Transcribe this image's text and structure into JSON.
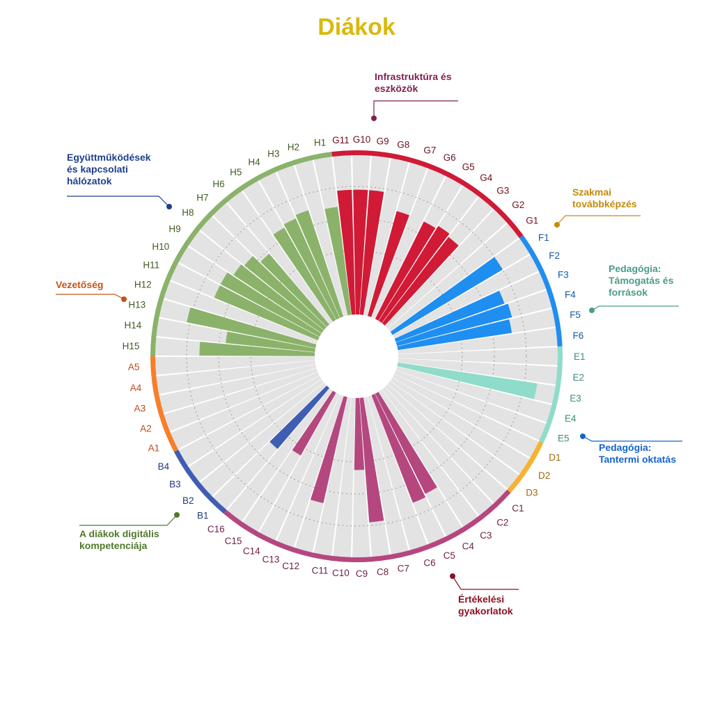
{
  "chart_data": {
    "type": "radial-bar",
    "title": "Diákok",
    "title_color": "#dbb80e",
    "background_bar_color": "#e3e3e3",
    "max_value": 1,
    "groups": [
      {
        "id": "A",
        "name": "Vezetőség",
        "color": "#f77f2b",
        "text_color": "#c0481a",
        "label_color": "#c65318",
        "categories": [
          "A1",
          "A2",
          "A3",
          "A4",
          "A5"
        ],
        "values": [
          null,
          null,
          null,
          null,
          null
        ]
      },
      {
        "id": "B",
        "name": "Együttműködések és kapcsolati hálózatok",
        "color": "#3f5db3",
        "text_color": "#1f3a7c",
        "label_color": "#1e3f8a",
        "categories": [
          "B1",
          "B2",
          "B3",
          "B4"
        ],
        "values": [
          0.5,
          null,
          null,
          null
        ]
      },
      {
        "id": "C",
        "name": "Infrastruktúra és eszközök",
        "color": "#b5477f",
        "text_color": "#6d1f44",
        "label_color": "#7e1e50",
        "categories": [
          "C1",
          "C2",
          "C3",
          "C4",
          "C5",
          "C6",
          "C7",
          "C8",
          "C9",
          "C10",
          "C11",
          "C12",
          "C13",
          "C14",
          "C15",
          "C16"
        ],
        "values": [
          null,
          null,
          null,
          0.7,
          0.72,
          null,
          null,
          0.78,
          0.45,
          null,
          null,
          0.68,
          null,
          null,
          0.45,
          null
        ]
      },
      {
        "id": "D",
        "name": "Szakmai továbbképzés",
        "color": "#f7b233",
        "text_color": "#9a6a0d",
        "label_color": "#c48a0c",
        "categories": [
          "D1",
          "D2",
          "D3"
        ],
        "values": [
          null,
          null,
          null
        ]
      },
      {
        "id": "E",
        "name": "Pedagógia: Támogatás és források",
        "color": "#8edcc9",
        "text_color": "#3f8d7b",
        "label_color": "#4a9c88",
        "categories": [
          "E1",
          "E2",
          "E3",
          "E4",
          "E5"
        ],
        "values": [
          null,
          null,
          0.88,
          null,
          null
        ]
      },
      {
        "id": "F",
        "name": "Pedagógia: Tantermi oktatás",
        "color": "#1f8ef1",
        "text_color": "#1558a8",
        "label_color": "#1565c8",
        "categories": [
          "F1",
          "F2",
          "F3",
          "F4",
          "F5",
          "F6"
        ],
        "values": [
          0.8,
          null,
          0.72,
          0.74,
          0.72,
          null
        ]
      },
      {
        "id": "G",
        "name": "Értékelési gyakorlatok",
        "color": "#d01a36",
        "text_color": "#6e0f1d",
        "label_color": "#8a1222",
        "categories": [
          "G1",
          "G2",
          "G3",
          "G4",
          "G5",
          "G6",
          "G7",
          "G8",
          "G9",
          "G10",
          "G11"
        ],
        "values": [
          null,
          null,
          0.68,
          0.7,
          0.68,
          null,
          0.68,
          null,
          0.78,
          0.78,
          0.78
        ]
      },
      {
        "id": "H",
        "name": "A diákok digitális kompetenciája",
        "color": "#8bb26a",
        "text_color": "#3f5b22",
        "label_color": "#4e7a2a",
        "categories": [
          "H1",
          "H2",
          "H3",
          "H4",
          "H5",
          "H6",
          "H7",
          "H8",
          "H9",
          "H10",
          "H11",
          "H12",
          "H13",
          "H14",
          "H15"
        ],
        "values": [
          0.68,
          null,
          0.7,
          0.68,
          0.66,
          null,
          0.58,
          0.64,
          0.66,
          0.7,
          0.7,
          null,
          0.82,
          0.56,
          0.72
        ]
      }
    ]
  }
}
